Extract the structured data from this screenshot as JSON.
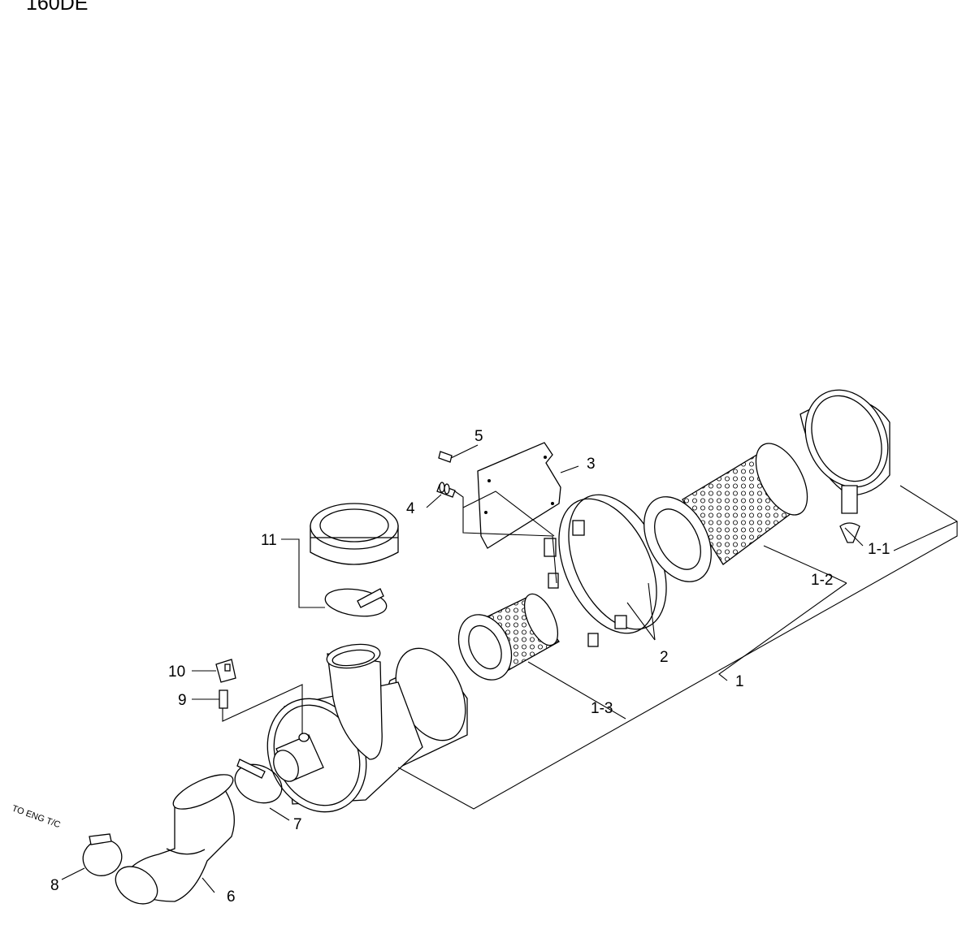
{
  "header": {
    "model": "160DE"
  },
  "callouts": [
    "1",
    "1-1",
    "1-2",
    "1-3",
    "2",
    "3",
    "4",
    "5",
    "6",
    "7",
    "8",
    "9",
    "10",
    "11"
  ],
  "annotation": "TO ENG T/C"
}
